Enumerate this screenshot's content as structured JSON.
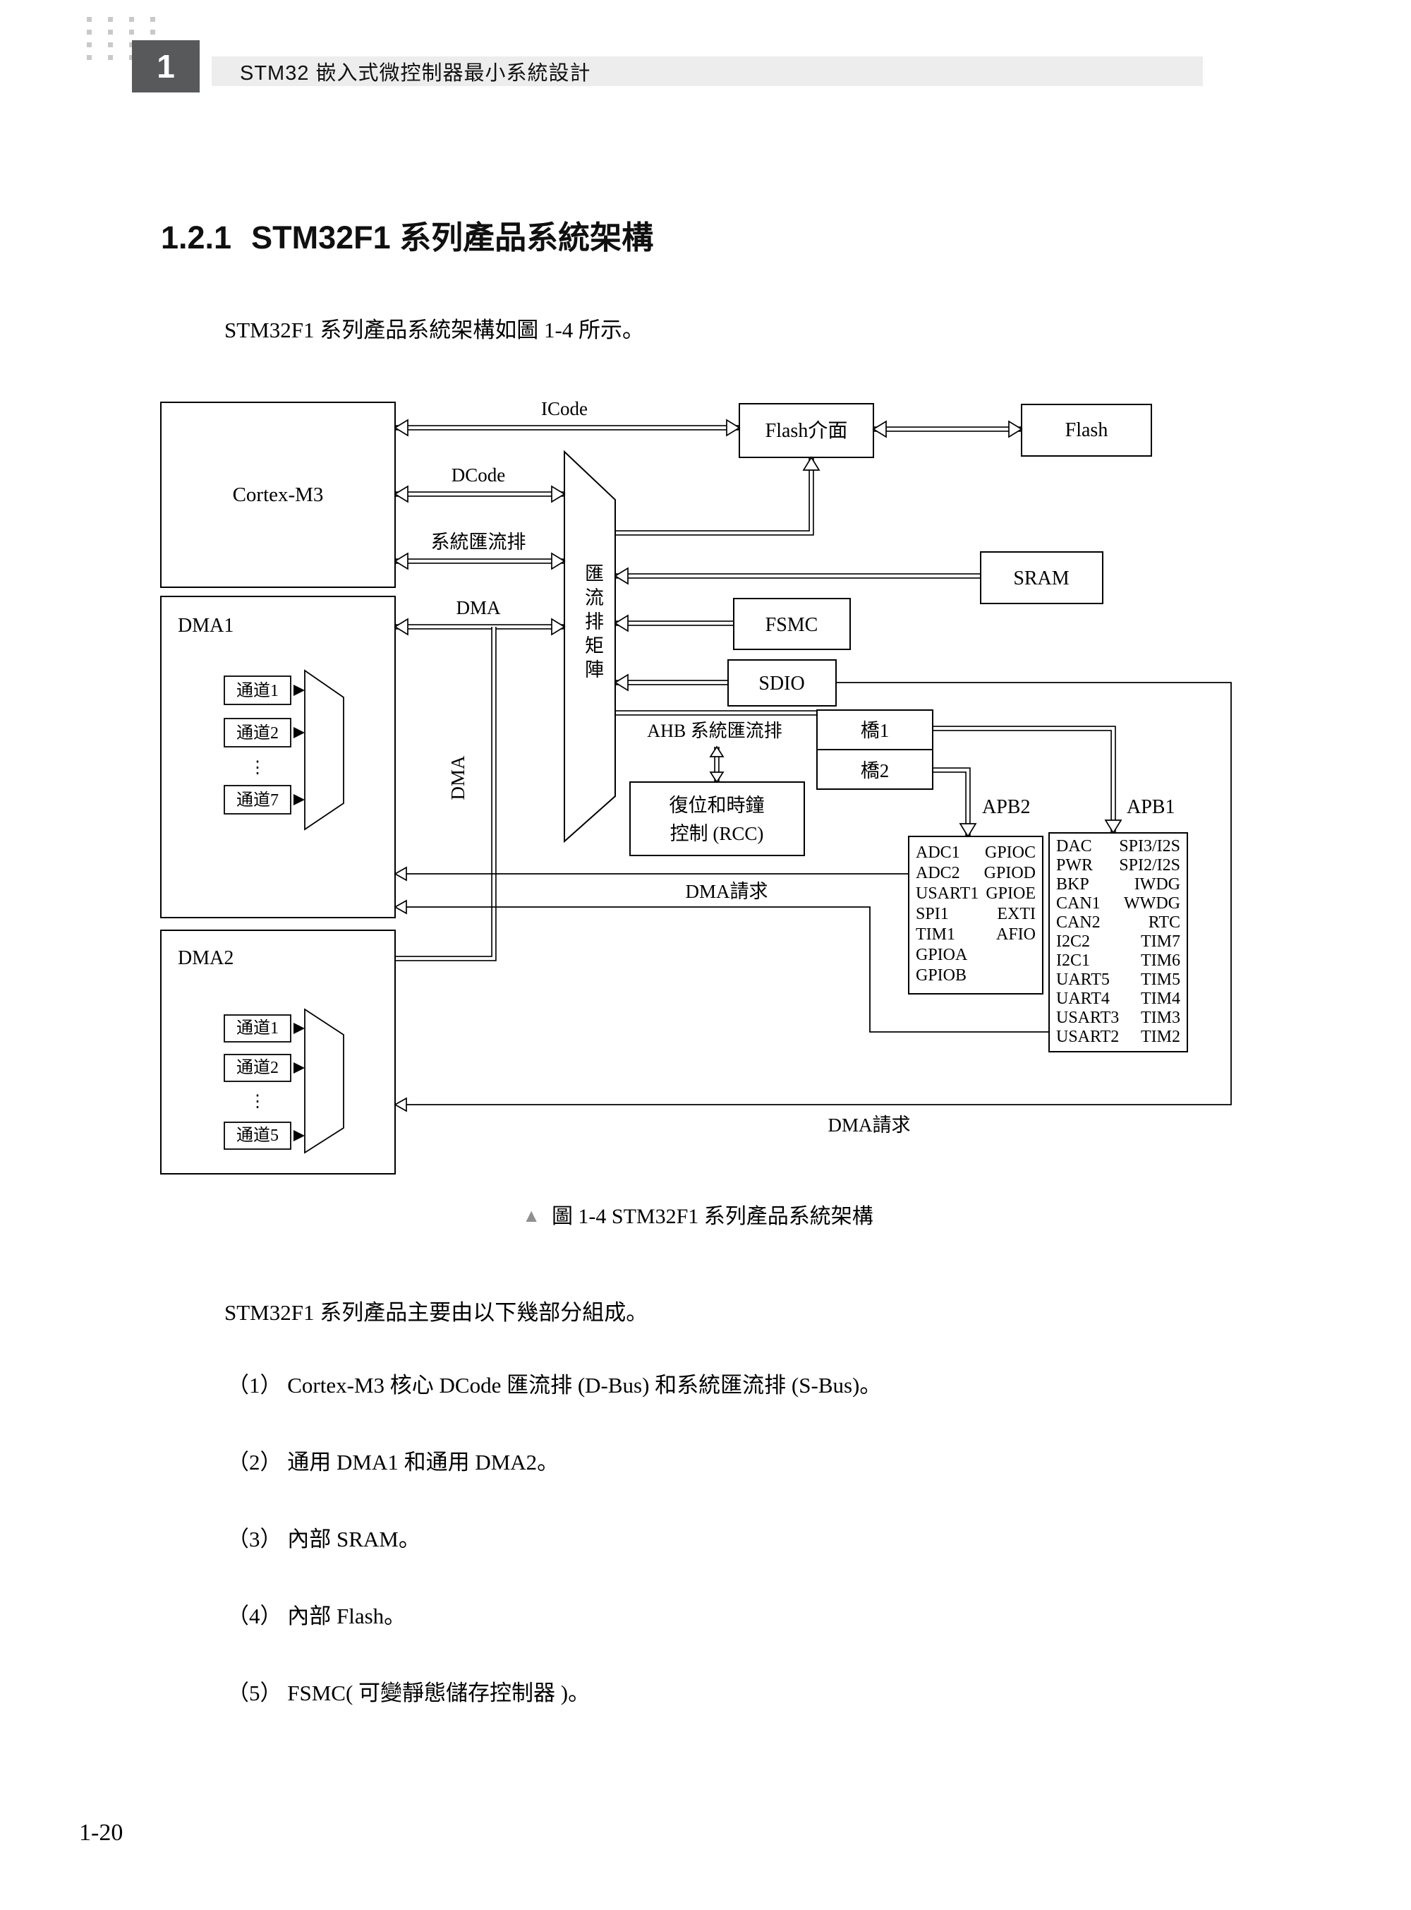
{
  "page": {
    "chapter_number": "1",
    "chapter_title": "STM32 嵌入式微控制器最小系統設計",
    "section_number": "1.2.1",
    "section_title": "STM32F1 系列產品系統架構",
    "intro_text": "STM32F1 系列產品系統架構如圖 1-4 所示。",
    "caption_marker": "▲",
    "caption_text": "圖 1-4  STM32F1 系列產品系統架構",
    "body_text": "STM32F1 系列產品主要由以下幾部分組成。",
    "list_items": [
      "（1） Cortex-M3 核心 DCode 匯流排 (D-Bus) 和系統匯流排 (S-Bus)。",
      "（2） 通用 DMA1 和通用 DMA2。",
      "（3） 內部 SRAM。",
      "（4） 內部 Flash。",
      "（5） FSMC( 可變靜態儲存控制器 )。"
    ],
    "page_number": "1-20"
  },
  "diagram": {
    "cortex_label": "Cortex-M3",
    "icode_label": "ICode",
    "dcode_label": "DCode",
    "system_bus_label": "系統匯流排",
    "dma_bus_label": "DMA",
    "dma_vertical_label": "DMA",
    "bus_matrix_label": "匯流排矩陣",
    "flash_if_label": "Flash介面",
    "flash_label": "Flash",
    "sram_label": "SRAM",
    "fsmc_label": "FSMC",
    "sdio_label": "SDIO",
    "ahb_label": "AHB 系統匯流排",
    "bridge1_label": "橋1",
    "bridge2_label": "橋2",
    "rcc_line1": "復位和時鐘",
    "rcc_line2": "控制 (RCC)",
    "apb2_label": "APB2",
    "apb1_label": "APB1",
    "dma_request_label_1": "DMA請求",
    "dma_request_label_2": "DMA請求",
    "dma1": {
      "title": "DMA1",
      "channels": [
        "通道1",
        "通道2",
        "通道7"
      ],
      "ellipsis": "⋮"
    },
    "dma2": {
      "title": "DMA2",
      "channels": [
        "通道1",
        "通道2",
        "通道5"
      ],
      "ellipsis": "⋮"
    },
    "apb2_left": [
      "ADC1",
      "ADC2",
      "USART1",
      "SPI1",
      "TIM1",
      "GPIOA",
      "GPIOB"
    ],
    "apb2_right": [
      "GPIOC",
      "GPIOD",
      "GPIOE",
      "EXTI",
      "AFIO"
    ],
    "apb1_left": [
      "DAC",
      "PWR",
      "BKP",
      "CAN1",
      "CAN2",
      "I2C2",
      "I2C1",
      "UART5",
      "UART4",
      "USART3",
      "USART2"
    ],
    "apb1_right": [
      "SPI3/I2S",
      "SPI2/I2S",
      "IWDG",
      "WWDG",
      "RTC",
      "TIM7",
      "TIM6",
      "TIM5",
      "TIM4",
      "TIM3",
      "TIM2"
    ]
  }
}
